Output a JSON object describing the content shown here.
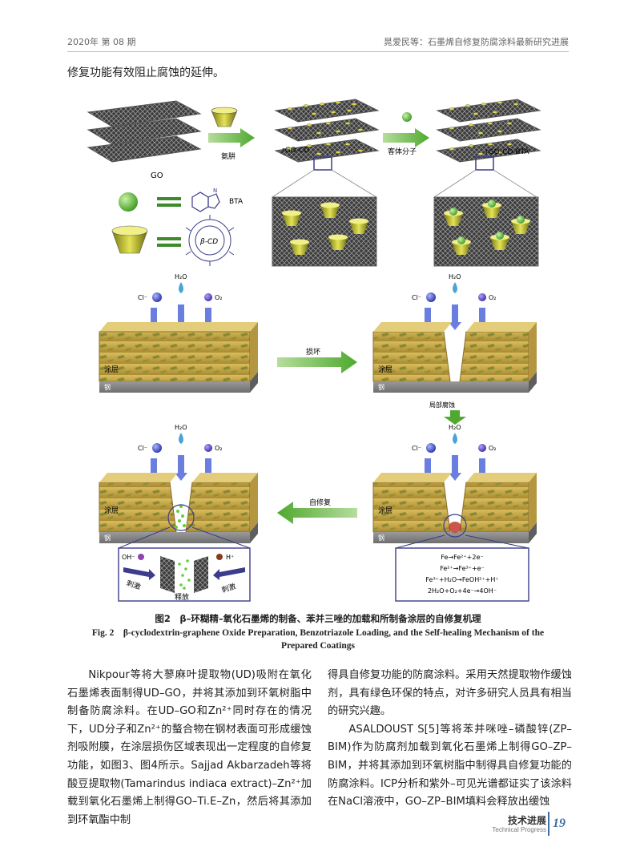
{
  "header": {
    "left": "2020年 第 08 期",
    "right": "晁爱民等：石墨烯自修复防腐涂料最新研究进展"
  },
  "lead_text": "修复功能有效阻止腐蚀的延伸。",
  "figure": {
    "labels": {
      "go": "GO",
      "hydrazine": "氨肼",
      "rgo_cd": "rGO-CD",
      "guest": "客体分子",
      "rgo_cd_bta": "rGO-CD-BTA",
      "bta": "BTA",
      "beta_cd": "β-CD",
      "nh": "N",
      "h2o": "H₂O",
      "cl": "Cl⁻",
      "o2": "O₂",
      "coating": "涂层",
      "steel": "钢",
      "damage": "损坏",
      "local_corrosion": "局部腐蚀",
      "self_healing": "自修复",
      "oh": "OH⁻",
      "h_plus": "H⁺",
      "stimulus": "刺激",
      "release": "释放"
    },
    "reactions": [
      "Fe→Fe²⁺+2e⁻",
      "Fe²⁺→Fe³⁺+e⁻",
      "Fe³⁺+H₂O→FeOH²⁺+H⁺",
      "2H₂O+O₂+4e⁻→4OH⁻"
    ],
    "colors": {
      "arrow_green": "#5cae3a",
      "coating": "#c9a94a",
      "steel": "#8a8a8a",
      "ion_blue": "#3a4fc8",
      "water": "#4aa3d8",
      "box_border": "#3b3c8c"
    }
  },
  "caption": {
    "cn": "图2　β–环糊精–氧化石墨烯的制备、苯并三唑的加载和所制备涂层的自修复机理",
    "en": "Fig. 2　β-cyclodextrin-graphene Oxide Preparation, Benzotriazole Loading, and the Self-healing Mechanism of the Prepared Coatings"
  },
  "body": {
    "left": "Nikpour等将大蓼麻叶提取物(UD)吸附在氧化石墨烯表面制得UD–GO，并将其添加到环氧树脂中制备防腐涂料。在UD–GO和Zn²⁺同时存在的情况下，UD分子和Zn²⁺的螯合物在钢材表面可形成缓蚀剂吸附膜，在涂层损伤区域表现出一定程度的自修复功能，如图3、图4所示。Sajjad Akbarzadeh等将酸豆提取物(Tamarindus indiaca extract)–Zn²⁺加载到氧化石墨烯上制得GO–Ti.E–Zn，然后将其添加到环氧酯中制",
    "right_p1": "得具自修复功能的防腐涂料。采用天然提取物作缓蚀剂，具有绿色环保的特点，对许多研究人员具有相当的研究兴趣。",
    "right_p2": "ASALDOUST S[5]等将苯并咪唑–磷酸锌(ZP–BIM)作为防腐剂加载到氧化石墨烯上制得GO–ZP–BIM，并将其添加到环氧树脂中制得具自修复功能的防腐涂料。ICP分析和紫外–可见光谱都证实了该涂料在NaCl溶液中，GO–ZP–BIM填料会释放出缓蚀"
  },
  "footer": {
    "title": "技术进展",
    "subtitle": "Technical Progress",
    "page": "19"
  }
}
